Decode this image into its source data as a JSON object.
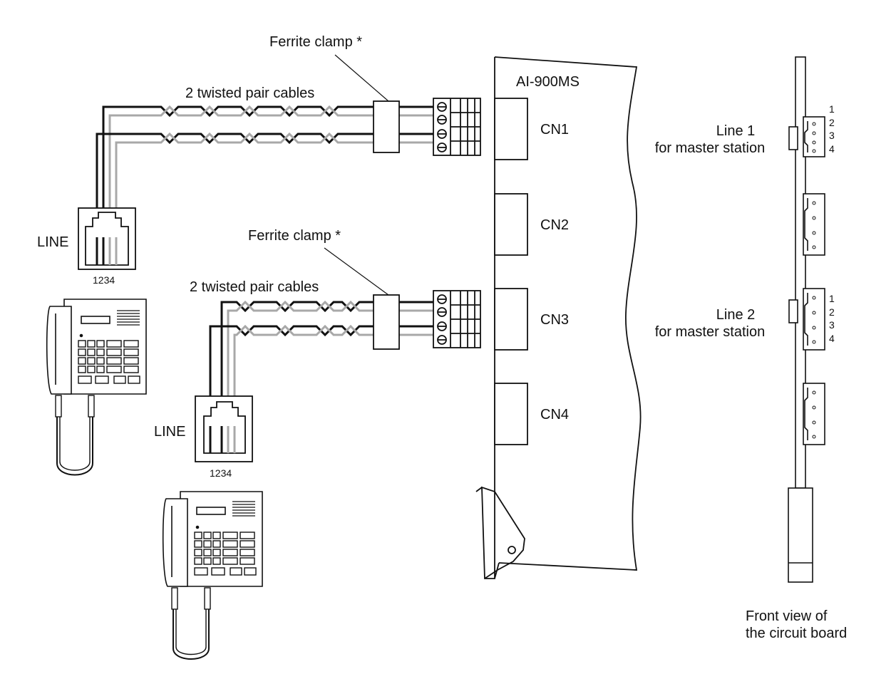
{
  "labels": {
    "ferrite_top": "Ferrite clamp *",
    "ferrite_bottom": "Ferrite clamp *",
    "cables_top": "2 twisted pair cables",
    "cables_bottom": "2 twisted pair cables",
    "board_name": "AI-900MS",
    "cn1": "CN1",
    "cn2": "CN2",
    "cn3": "CN3",
    "cn4": "CN4",
    "line_jack_top": "LINE",
    "line_jack_bottom": "LINE",
    "jack_pins_top": "1234",
    "jack_pins_bottom": "1234",
    "line1_a": "Line 1",
    "line1_b": "for master station",
    "line2_a": "Line 2",
    "line2_b": "for master station",
    "front_view_a": "Front view of",
    "front_view_b": "the circuit board",
    "pins_line1": [
      "1",
      "2",
      "3",
      "4"
    ],
    "pins_line2": [
      "1",
      "2",
      "3",
      "4"
    ]
  },
  "colors": {
    "wire_dark": "#111111",
    "wire_light": "#a8a8a8",
    "outline": "#111111"
  }
}
